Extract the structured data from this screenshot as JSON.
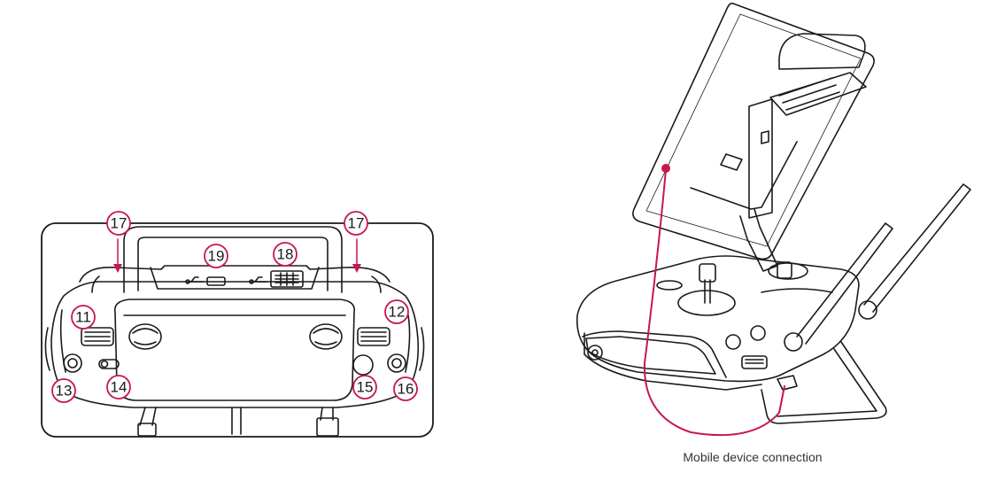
{
  "colors": {
    "accent": "#c8174a",
    "line": "#1a1a1a"
  },
  "labels": {
    "left_top": "17",
    "right_top": "17",
    "port_micro_usb": "19",
    "port_usb": "18",
    "left_dial": "11",
    "right_dial": "12",
    "left_button": "13",
    "toggle_switch": "14",
    "round_button": "15",
    "right_button": "16"
  },
  "icons": {
    "usb_left": "usb-icon",
    "usb_right": "usb-icon"
  },
  "caption": "Mobile device connection"
}
